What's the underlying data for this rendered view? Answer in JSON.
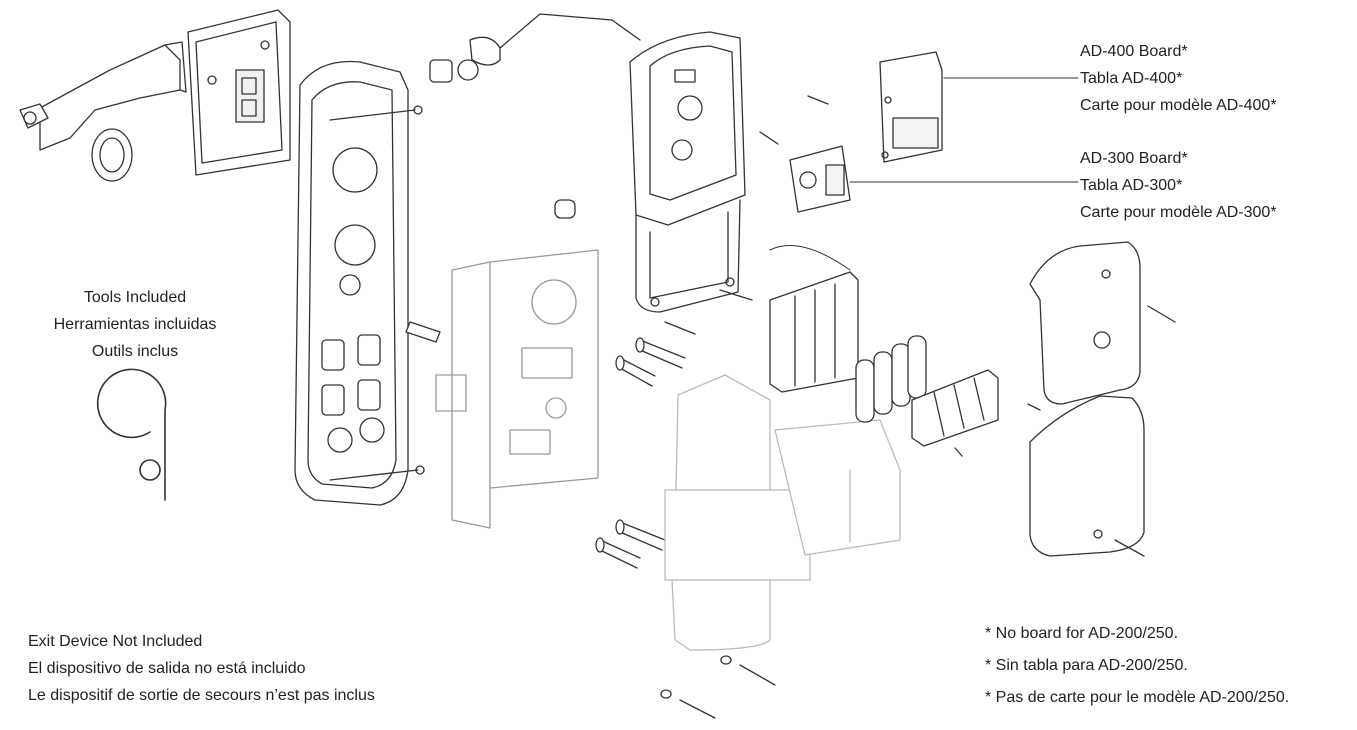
{
  "callouts": {
    "ad400": [
      "AD-400 Board*",
      "Tabla AD-400*",
      "Carte pour modèle AD-400*"
    ],
    "ad300": [
      "AD-300 Board*",
      "Tabla AD-300*",
      "Carte pour modèle AD-300*"
    ]
  },
  "tools": [
    "Tools Included",
    "Herramientas incluidas",
    "Outils inclus"
  ],
  "exit_device": [
    "Exit Device Not Included",
    "El dispositivo de salida no está incluido",
    "Le dispositif de sortie de secours n’est pas inclus"
  ],
  "footnotes": [
    "* No board for AD-200/250.",
    "* Sin tabla para AD-200/250.",
    "* Pas de carte pour le modèle AD-200/250."
  ],
  "colors": {
    "line": "#333333",
    "faint": "#bbbbbb",
    "text": "#222222",
    "fill": "#ffffff",
    "shade": "#e6e6e6"
  }
}
